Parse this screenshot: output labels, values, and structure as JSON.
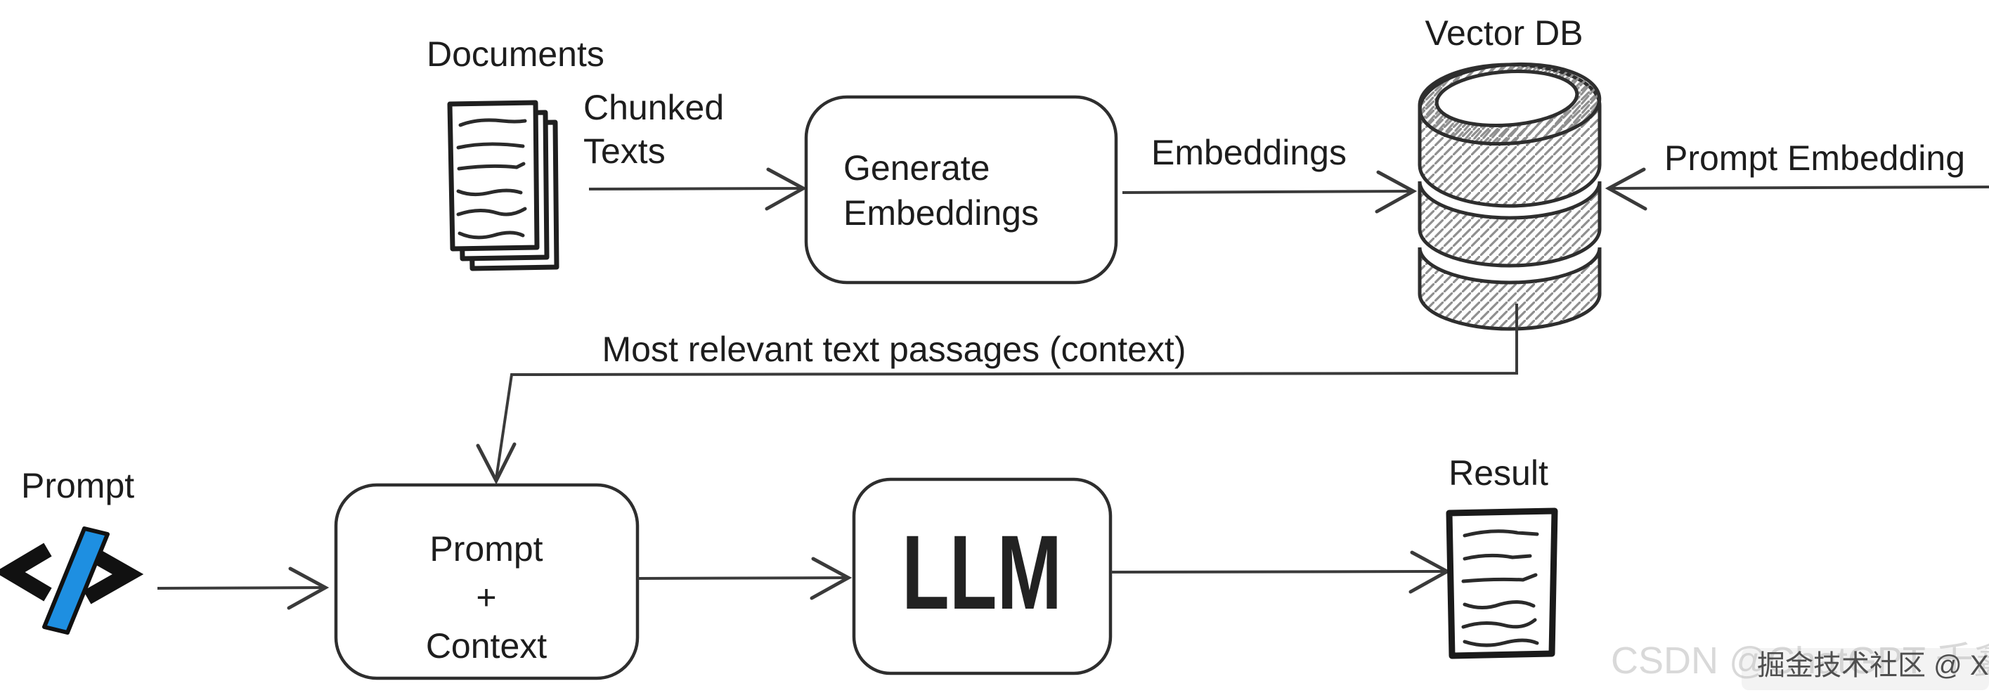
{
  "diagram": {
    "labels": {
      "documents": "Documents",
      "chunked_line1": "Chunked",
      "chunked_line2": "Texts",
      "generate_line1": "Generate",
      "generate_line2": "Embeddings",
      "embeddings": "Embeddings",
      "vector_db": "Vector DB",
      "prompt_embedding": "Prompt Embedding",
      "context_flow": "Most relevant text passages (context)",
      "prompt": "Prompt",
      "pc_line1": "Prompt",
      "pc_line2": "+",
      "pc_line3": "Context",
      "llm": "LLM",
      "result": "Result"
    },
    "colors": {
      "ink": "#2a2a2a",
      "accent_blue": "#1e8fe1",
      "hatch_gray": "#8f8f8f",
      "watermark_light": "#d9d9d9",
      "watermark_dark": "#4f4f4f"
    }
  },
  "watermarks": {
    "csdn": "CSDN @ChatGPT 千鑫",
    "juejin": "掘金技术社区 @ XinZong"
  }
}
